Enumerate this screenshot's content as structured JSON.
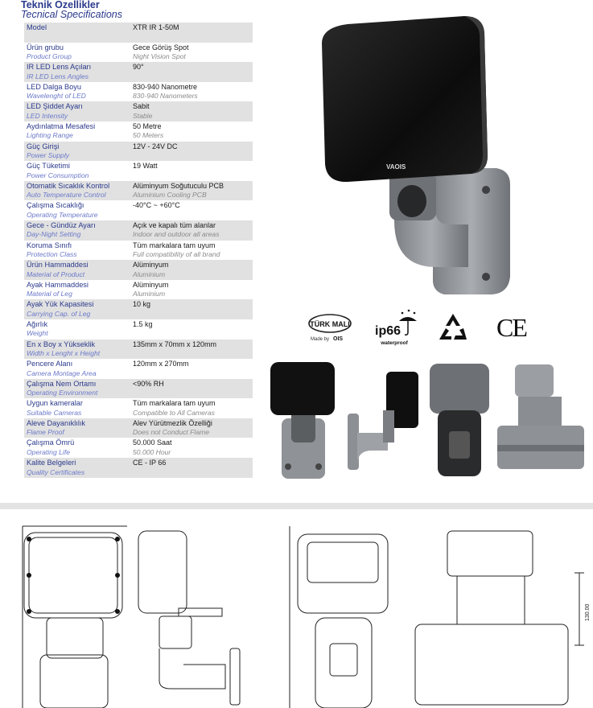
{
  "header": {
    "title": "Teknik Özellikler",
    "subtitle": "Tecnical Specifications"
  },
  "specs": [
    {
      "tr": "Model",
      "en": "",
      "value": "XTR IR 1-50M",
      "value_en": ""
    },
    {
      "tr": "Ürün grubu",
      "en": "Product Group",
      "value": "Gece Görüş Spot",
      "value_en": "Night Vision Spot"
    },
    {
      "tr": "IR LED Lens Açıları",
      "en": "IR LED Lens Angles",
      "value": "90°",
      "value_en": ""
    },
    {
      "tr": "LED Dalga Boyu",
      "en": "Wavelenght of LED",
      "value": "830-940 Nanometre",
      "value_en": "830-940 Nanometers"
    },
    {
      "tr": "LED Şiddet Ayarı",
      "en": "LED Intensity",
      "value": "Sabit",
      "value_en": "Stable"
    },
    {
      "tr": "Aydınlatma Mesafesi",
      "en": "Lighting Range",
      "value": "50 Metre",
      "value_en": "50 Meters"
    },
    {
      "tr": "Güç Girişi",
      "en": "Power Supply",
      "value": "12V - 24V DC",
      "value_en": ""
    },
    {
      "tr": "Güç Tüketimi",
      "en": "Power Consumption",
      "value": "19 Watt",
      "value_en": ""
    },
    {
      "tr": "Otomatik Sıcaklık Kontrol",
      "en": "Auto Temperature Control",
      "value": "Alüminyum Soğutuculu PCB",
      "value_en": "Aluminium Cooling PCB"
    },
    {
      "tr": "Çalışma Sıcaklığı",
      "en": "Operating Temperature",
      "value": "-40°C ~ +60°C",
      "value_en": ""
    },
    {
      "tr": "Gece - Gündüz Ayarı",
      "en": "Day-Night Setting",
      "value": "Açık ve kapalı tüm alanlar",
      "value_en": "Indoor and outdoor all areas"
    },
    {
      "tr": "Koruma Sınıfı",
      "en": "Protection Class",
      "value": "Tüm markalara tam uyum",
      "value_en": "Full compatibility of all brand"
    },
    {
      "tr": "Ürün Hammaddesi",
      "en": "Material of Product",
      "value": "Alüminyum",
      "value_en": "Aluminium"
    },
    {
      "tr": "Ayak Hammaddesi",
      "en": "Material of Leg",
      "value": "Alüminyum",
      "value_en": "Aluminium"
    },
    {
      "tr": "Ayak Yük Kapasitesi",
      "en": "Carrying Cap. of Leg",
      "value": "10 kg",
      "value_en": ""
    },
    {
      "tr": "Ağırlık",
      "en": "Weight",
      "value": "1.5 kg",
      "value_en": ""
    },
    {
      "tr": "En x Boy x Yükseklik",
      "en": "Width x Lenght x Height",
      "value": "135mm x 70mm x 120mm",
      "value_en": ""
    },
    {
      "tr": "Pencere Alanı",
      "en": "Camera Montage Area",
      "value": "120mm x 270mm",
      "value_en": ""
    },
    {
      "tr": "Çalışma Nem Ortamı",
      "en": "Operating Environment",
      "value": "<90% RH",
      "value_en": ""
    },
    {
      "tr": "Uygun kameralar",
      "en": "Suitable Cameras",
      "value": "Tüm markalara tam uyum",
      "value_en": "Compatible to All Cameras"
    },
    {
      "tr": "Aleve Dayanıklılık",
      "en": "Flame Proof",
      "value": "Alev Yürütmezlik Özelliği",
      "value_en": "Does not Conduct Flame"
    },
    {
      "tr": "Çalışma Ömrü",
      "en": "Operating Life",
      "value": "50.000 Saat",
      "value_en": "50.000 Hour"
    },
    {
      "tr": "Kalite Belgeleri",
      "en": "Quality Certificates",
      "value": "CE - IP 66",
      "value_en": ""
    }
  ],
  "product": {
    "brand_plate": "VAOIS"
  },
  "certs": {
    "turkmali_line1": "TÜRK MALI",
    "turkmali_madeby": "Made by",
    "turkmali_brand": "OIS",
    "ip_label": "ip66",
    "ip_sub": "waterproof",
    "ce": "CE"
  },
  "drawings": {
    "height_dim": "130.00"
  },
  "colors": {
    "title": "#2b3a8c",
    "subtitle_en": "#6b79c9",
    "row_shade": "#e1e1e1",
    "housing_dark": "#141414",
    "mount_gray": "#8f9296"
  }
}
